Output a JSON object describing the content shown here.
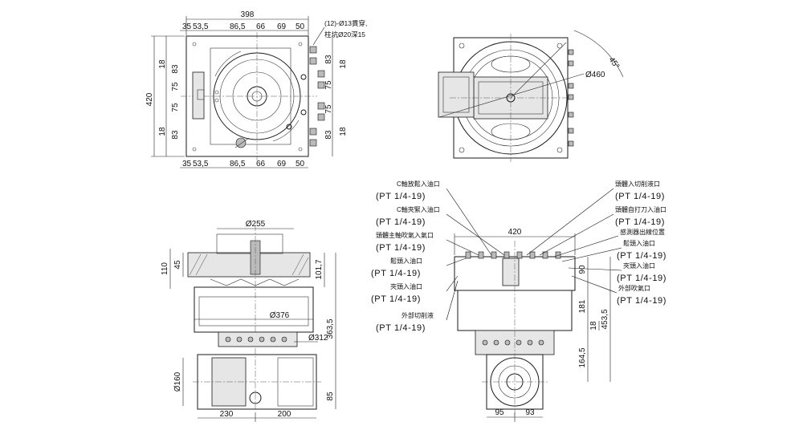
{
  "top_plan": {
    "overall_width": "398",
    "overall_height": "420",
    "top_row": [
      "35",
      "53,5",
      "86,5",
      "66",
      "69",
      "50"
    ],
    "bottom_row": [
      "35",
      "53,5",
      "86,5",
      "66",
      "69",
      "50"
    ],
    "left_col": [
      "18",
      "83",
      "75",
      "75",
      "83",
      "18"
    ],
    "right_col": [
      "18",
      "83",
      "75",
      "75",
      "83",
      "18"
    ],
    "note_line1": "(12)-Ø13貫穿,",
    "note_line2": "柱坑Ø20深15"
  },
  "top_right": {
    "angle": "45°",
    "diameter": "Ø460"
  },
  "front_view": {
    "d255": "Ø255",
    "d376": "Ø376",
    "d312": "Ø312",
    "d160": "Ø160",
    "h45": "45",
    "h110": "110",
    "h101_7": "101,7",
    "h363_5": "363,5",
    "h85": "85",
    "w230": "230",
    "w200": "200"
  },
  "side_view": {
    "w420": "420",
    "h90": "90",
    "h181": "181",
    "h18": "18",
    "h453_5": "453,5",
    "h164_5": "164,5",
    "w95": "95",
    "w93": "93"
  },
  "port_labels": [
    {
      "name": "C軸放鬆入油口",
      "spec": "(PT 1/4-19)"
    },
    {
      "name": "C軸夾緊入油口",
      "spec": "(PT 1/4-19)"
    },
    {
      "name": "頭體主軸吹氣入氣口",
      "spec": "(PT 1/4-19)"
    },
    {
      "name": "鬆頭入油口",
      "spec": "(PT 1/4-19)"
    },
    {
      "name": "夾頭入油口",
      "spec": "(PT 1/4-19)"
    },
    {
      "name": "外部切削液",
      "spec": "(PT 1/4-19)"
    },
    {
      "name": "頭體入切削液口",
      "spec": "(PT 1/4-19)"
    },
    {
      "name": "頭體自打刀入油口",
      "spec": "(PT 1/4-19)"
    },
    {
      "name": "感測器出線位置",
      "spec": ""
    },
    {
      "name": "鬆頭入油口",
      "spec": "(PT 1/4-19)"
    },
    {
      "name": "夾頭入油口",
      "spec": "(PT 1/4-19)"
    },
    {
      "name": "外部吹氣口",
      "spec": "(PT 1/4-19)"
    }
  ]
}
